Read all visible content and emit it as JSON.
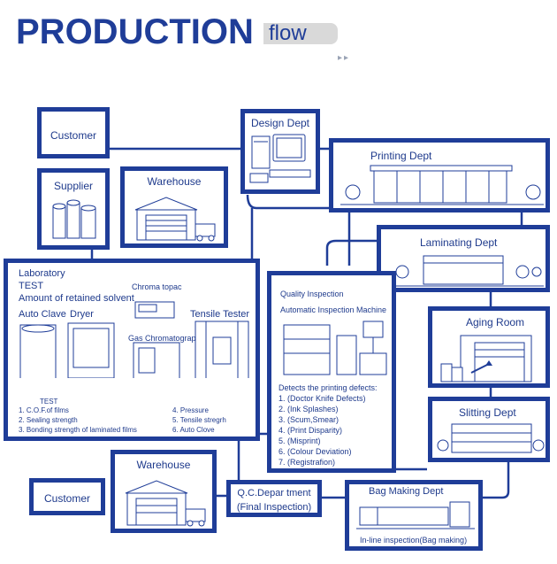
{
  "header": {
    "title": "PRODUCTION",
    "subtitle": "flow",
    "arrows": "▸▸"
  },
  "colors": {
    "primary": "#1f3d98",
    "line": "#1f3d98",
    "title_tab": "#d9d9d9"
  },
  "nodes": {
    "customer_top": "Customer",
    "supplier": "Supplier",
    "warehouse_top": "Warehouse",
    "design": "Design Dept",
    "printing": "Printing Dept",
    "laminating": "Laminating Dept",
    "aging": "Aging Room",
    "slitting": "Slitting Dept",
    "warehouse_bottom": "Warehouse",
    "customer_bottom": "Customer",
    "qc": {
      "line1": "Q.C.Depar tment",
      "line2": "(Final Inspection)"
    },
    "bag_making": {
      "title": "Bag Making Dept",
      "caption": "In-line inspection(Bag making)"
    }
  },
  "laboratory": {
    "line1": "Laboratory",
    "line2": "TEST",
    "line3": "Amount of retained solvent",
    "auto_clave": "Auto Clave",
    "dryer": "Dryer",
    "chromatopac": "Chroma topac",
    "gas_chromatograph": "Gas Chromatograph",
    "tensile_tester": "Tensile Tester",
    "test_label": "TEST",
    "tests_left": [
      "1. C.O.F.of films",
      "2. Sealing strength",
      "3. Bonding strength of laminated films"
    ],
    "tests_right": [
      "4. Pressure",
      "5. Tensile stregrh",
      "6. Auto Clove"
    ]
  },
  "quality": {
    "title": "Quality Inspection",
    "subtitle": "Automatic Inspection Machine",
    "defects_heading": "Detects  the printing defects:",
    "defects": [
      "1. (Doctor Knife Defects)",
      "2. (Ink Splashes)",
      "3. (Scum,Smear)",
      "4. (Print Disparity)",
      "5. (Misprint)",
      "6. (Colour Deviation)",
      "7. (Registrafion)"
    ]
  }
}
